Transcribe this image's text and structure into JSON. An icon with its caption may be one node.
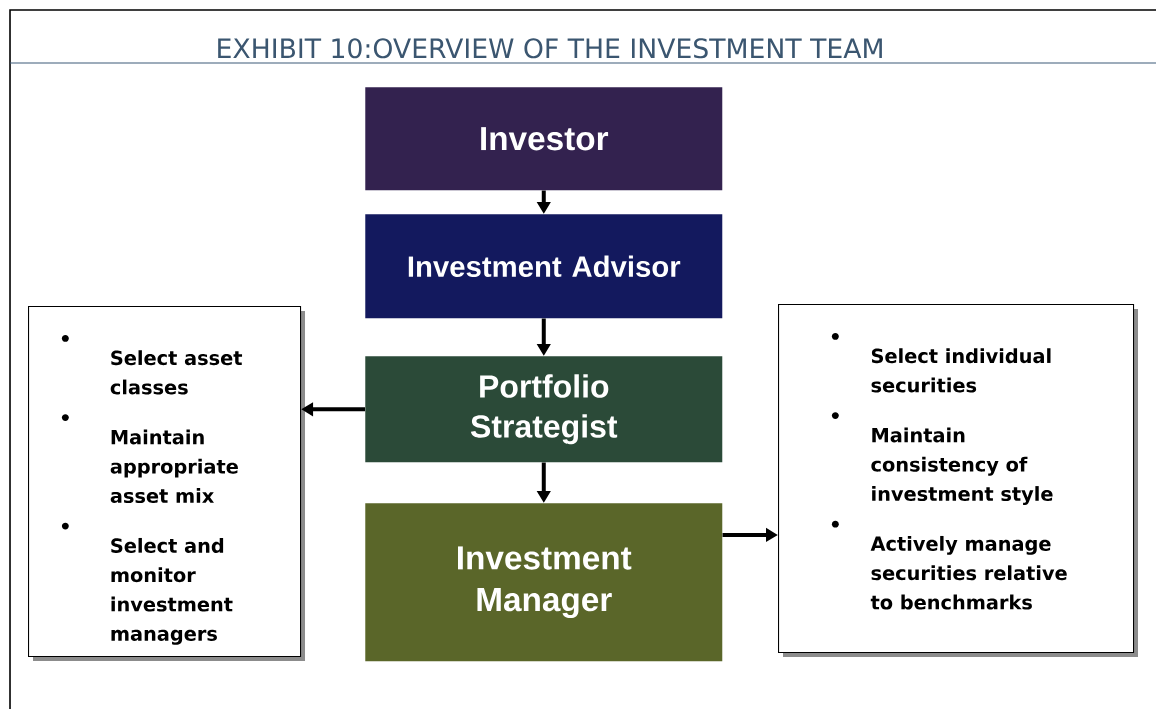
{
  "diagram": {
    "title": "EXHIBIT 10:OVERVIEW OF THE INVESTMENT TEAM",
    "nodes": [
      {
        "text": [
          "Investor"
        ]
      },
      {
        "text": [
          "Investment Advisor"
        ]
      },
      {
        "text": [
          "Portfolio Strategist"
        ]
      },
      {
        "text": [
          "Investment Manager"
        ]
      },
      {
        "text": [
          "Select asset classes",
          "Maintain appropriate asset mix",
          "Select and monitor investment managers"
        ]
      },
      {
        "text": [
          "Select individual securities",
          "Maintain consistency of investment style",
          "Actively manage securities relative to benchmarks"
        ]
      }
    ],
    "edges": [
      {
        "from": 0,
        "to": 1,
        "arrow": "to"
      },
      {
        "from": 1,
        "to": 2,
        "arrow": "to"
      },
      {
        "from": 2,
        "to": 4,
        "arrow": "to"
      },
      {
        "from": 2,
        "to": 3,
        "arrow": "to"
      },
      {
        "from": 3,
        "to": 5,
        "arrow": "to"
      }
    ]
  }
}
